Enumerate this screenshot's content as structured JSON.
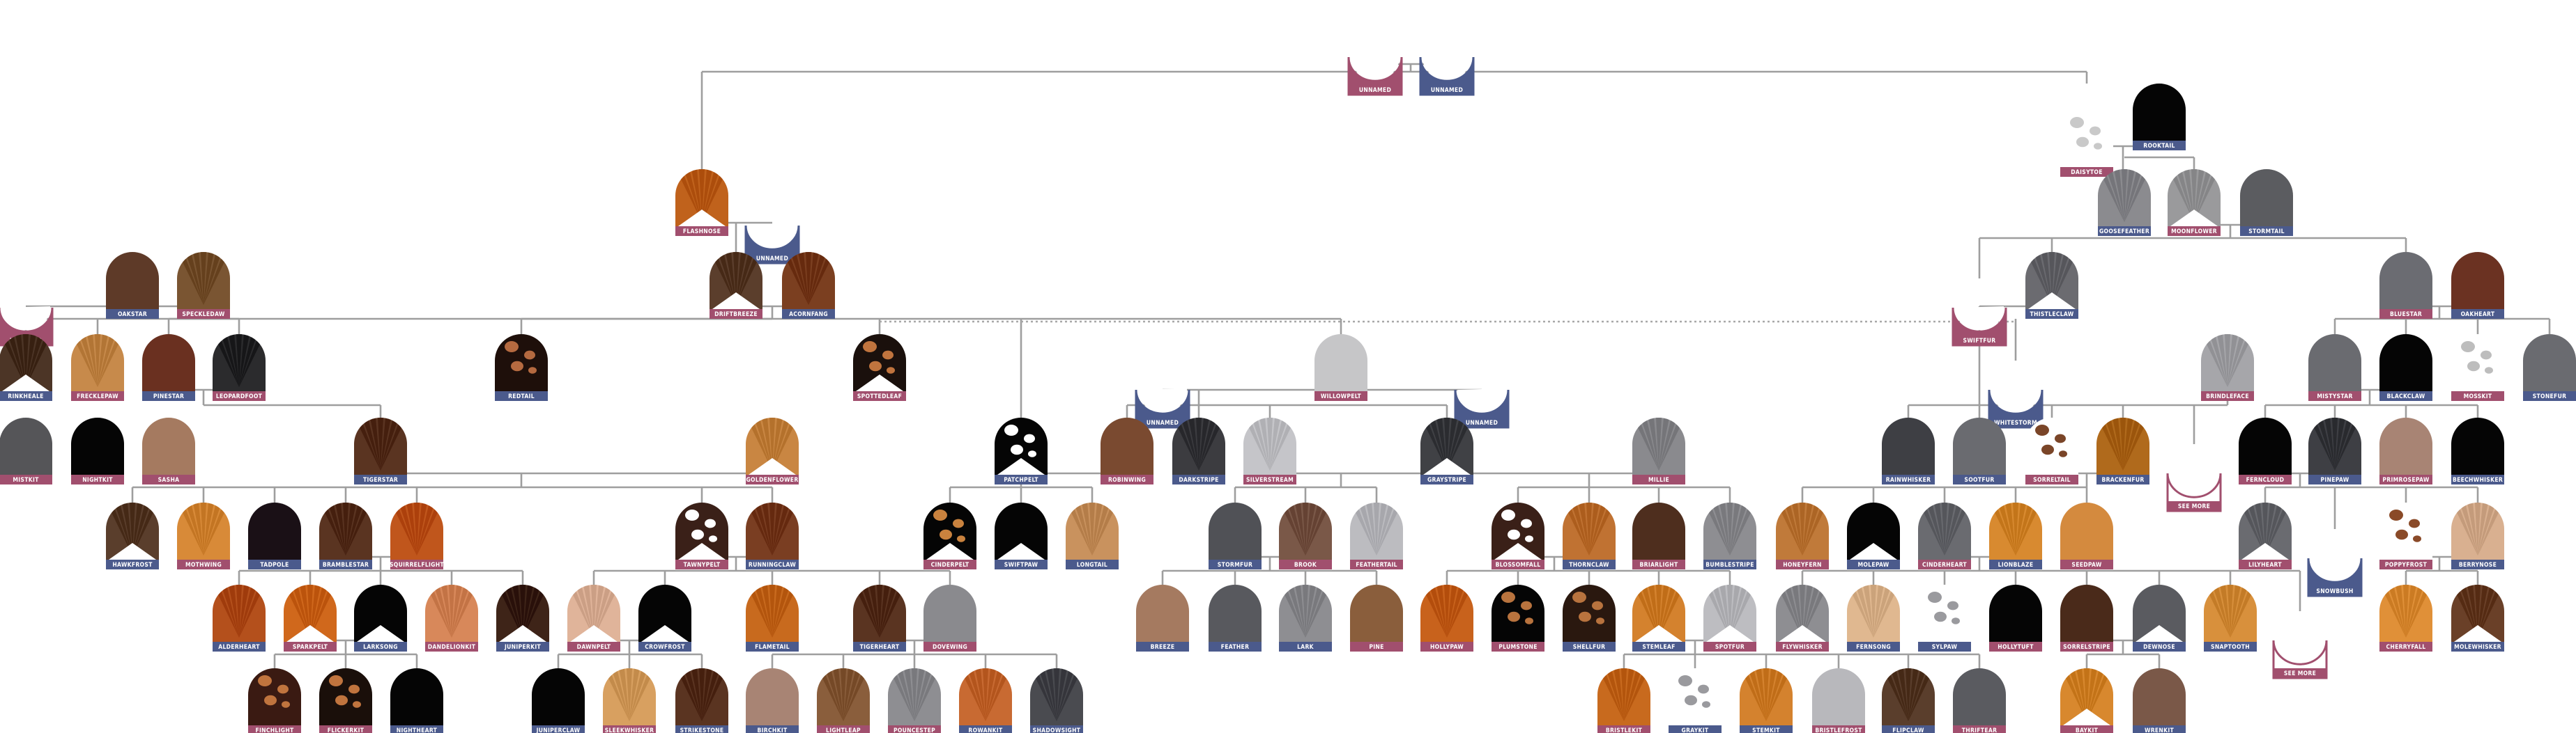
{
  "colors": {
    "female": "#a14f6e",
    "male": "#4b5a8c",
    "edge": "#9e9e9e"
  },
  "cats": [
    {
      "id": "u1",
      "name": "UNNAMED",
      "sex": "f",
      "fur": "none",
      "hl": false
    },
    {
      "id": "u2",
      "name": "UNNAMED",
      "sex": "m",
      "fur": "none",
      "hl": false
    },
    {
      "id": "flashnose",
      "name": "FLASHNOSE",
      "sex": "f",
      "fur": "#c0621c",
      "pat": "tabby",
      "hl": true
    },
    {
      "id": "u3",
      "name": "UNNAMED",
      "sex": "m",
      "fur": "none",
      "hl": false
    },
    {
      "id": "daisytoe",
      "name": "DAISYTOE",
      "sex": "f",
      "fur": "#ffffff",
      "pat": "spots",
      "spot": "#c9c9c9",
      "hl": false
    },
    {
      "id": "rooktail",
      "name": "ROOKTAIL",
      "sex": "m",
      "fur": "#050505",
      "hl": false
    },
    {
      "id": "u4",
      "name": "UNNAMED",
      "sex": "f",
      "fur": "none",
      "hl": false
    },
    {
      "id": "oakstar",
      "name": "OAKSTAR",
      "sex": "m",
      "fur": "#5e3a28",
      "hl": false
    },
    {
      "id": "speckleclaw",
      "name": "SPECKLEDAW",
      "sex": "f",
      "fur": "#7a5532",
      "pat": "tabby",
      "hl": false
    },
    {
      "id": "driftbreeze",
      "name": "DRIFTBREEZE",
      "sex": "f",
      "fur": "#5b3e2c",
      "pat": "tabby",
      "hl": true
    },
    {
      "id": "acornfang",
      "name": "ACORNFANG",
      "sex": "m",
      "fur": "#7b3f20",
      "pat": "tabby",
      "hl": false
    },
    {
      "id": "goosefeather",
      "name": "GOOSEFEATHER",
      "sex": "m",
      "fur": "#8b8b8f",
      "pat": "tabby",
      "hl": false
    },
    {
      "id": "moonflower",
      "name": "MOONFLOWER",
      "sex": "f",
      "fur": "#9a9a9c",
      "pat": "tabby",
      "hl": true
    },
    {
      "id": "stormtail",
      "name": "STORMTAIL",
      "sex": "m",
      "fur": "#5b5c60",
      "hl": false
    },
    {
      "id": "swiftfur",
      "name": "SWIFTFUR",
      "sex": "f",
      "fur": "none",
      "hl": false
    },
    {
      "id": "thistleclaw",
      "name": "THISTLECLAW",
      "sex": "m",
      "fur": "#6b6b70",
      "pat": "tabby",
      "hl": true
    },
    {
      "id": "bluestar",
      "name": "BLUESTAR",
      "sex": "f",
      "fur": "#6b6c72",
      "hl": false
    },
    {
      "id": "oakheart",
      "name": "OAKHEART",
      "sex": "m",
      "fur": "#6b3222",
      "hl": false
    },
    {
      "id": "rinkheale",
      "name": "RINKHEALE",
      "sex": "m",
      "fur": "#4c3526",
      "pat": "tabby",
      "hl": true
    },
    {
      "id": "frecklepaw",
      "name": "FRECKLEPAW",
      "sex": "f",
      "fur": "#c78a4b",
      "pat": "tabby",
      "hl": false
    },
    {
      "id": "pinestar",
      "name": "PINESTAR",
      "sex": "m",
      "fur": "#6a3020",
      "hl": false
    },
    {
      "id": "leopardfoot",
      "name": "LEOPARDFOOT",
      "sex": "f",
      "fur": "#2b2b2d",
      "pat": "tabby",
      "hl": false
    },
    {
      "id": "redtail",
      "name": "REDTAIL",
      "sex": "m",
      "fur": "#1e0f0a",
      "pat": "spots",
      "spot": "#b56a40",
      "hl": false
    },
    {
      "id": "spottedleaf",
      "name": "SPOTTEDLEAF",
      "sex": "f",
      "fur": "#1a100c",
      "pat": "spots",
      "spot": "#c0743e",
      "hl": true
    },
    {
      "id": "u5",
      "name": "UNNAMED",
      "sex": "m",
      "fur": "none",
      "hl": false
    },
    {
      "id": "willowpelt",
      "name": "WILLOWPELT",
      "sex": "f",
      "fur": "#c6c6c8",
      "hl": false
    },
    {
      "id": "u6",
      "name": "UNNAMED",
      "sex": "m",
      "fur": "none",
      "hl": false
    },
    {
      "id": "whitestorm",
      "name": "WHITESTORM",
      "sex": "m",
      "fur": "none",
      "hl": false
    },
    {
      "id": "brindleface",
      "name": "BRINDLEFACE",
      "sex": "f",
      "fur": "#a6a6aa",
      "pat": "tabby",
      "hl": false
    },
    {
      "id": "mistystar",
      "name": "MISTYSTAR",
      "sex": "f",
      "fur": "#6a6b70",
      "hl": false
    },
    {
      "id": "blackclaw",
      "name": "BLACKCLAW",
      "sex": "m",
      "fur": "#050505",
      "hl": false
    },
    {
      "id": "mosskit",
      "name": "MOSSKIT",
      "sex": "f",
      "fur": "#ffffff",
      "pat": "spots",
      "spot": "#bdbdbd",
      "hl": false
    },
    {
      "id": "stonefur",
      "name": "STONEFUR",
      "sex": "m",
      "fur": "#6a6b70",
      "hl": false
    },
    {
      "id": "mistkit",
      "name": "MISTKIT",
      "sex": "f",
      "fur": "#555558",
      "hl": false
    },
    {
      "id": "nightkit",
      "name": "NIGHTKIT",
      "sex": "f",
      "fur": "#050505",
      "hl": false
    },
    {
      "id": "sasha",
      "name": "SASHA",
      "sex": "f",
      "fur": "#a57a60",
      "hl": false
    },
    {
      "id": "tigerstar",
      "name": "TIGERSTAR",
      "sex": "m",
      "fur": "#5a3421",
      "pat": "tabby",
      "hl": false
    },
    {
      "id": "goldenflower",
      "name": "GOLDENFLOWER",
      "sex": "f",
      "fur": "#c98642",
      "pat": "tabby",
      "hl": true
    },
    {
      "id": "patchpelt",
      "name": "PATCHPELT",
      "sex": "m",
      "fur": "#050505",
      "pat": "spots",
      "spot": "#ffffff",
      "hl": true
    },
    {
      "id": "robinwing",
      "name": "ROBINWING",
      "sex": "f",
      "fur": "#7a4a30",
      "hl": false
    },
    {
      "id": "darkstripe",
      "name": "DARKSTRIPE",
      "sex": "m",
      "fur": "#3c3c40",
      "pat": "tabby",
      "hl": false
    },
    {
      "id": "silverstream",
      "name": "SILVERSTREAM",
      "sex": "f",
      "fur": "#c5c5c9",
      "pat": "tabby",
      "hl": false
    },
    {
      "id": "graystripe",
      "name": "GRAYSTRIPE",
      "sex": "m",
      "fur": "#404145",
      "pat": "tabby",
      "hl": true
    },
    {
      "id": "millie",
      "name": "MILLIE",
      "sex": "f",
      "fur": "#8a8a8e",
      "pat": "tabby",
      "hl": false
    },
    {
      "id": "rainwhisker",
      "name": "RAINWHISKER",
      "sex": "m",
      "fur": "#3e3f44",
      "hl": false
    },
    {
      "id": "sootfur",
      "name": "SOOTFUR",
      "sex": "m",
      "fur": "#6a6b70",
      "hl": false
    },
    {
      "id": "sorreltail",
      "name": "SORRELTAIL",
      "sex": "f",
      "fur": "#ffffff",
      "pat": "spots",
      "spot": "#7a4528",
      "hl": true
    },
    {
      "id": "brackenfur",
      "name": "BRACKENFUR",
      "sex": "m",
      "fur": "#b06a1c",
      "pat": "tabby",
      "hl": false
    },
    {
      "id": "seemore1",
      "name": "SEE MORE",
      "sex": "f",
      "fur": "none",
      "hl": false
    },
    {
      "id": "ferncloud",
      "name": "FERNCLOUD",
      "sex": "f",
      "fur": "#050505",
      "hl": false
    },
    {
      "id": "pinepaw",
      "name": "PINEPAW",
      "sex": "m",
      "fur": "#3e3f44",
      "pat": "tabby",
      "hl": false
    },
    {
      "id": "primrosepaw",
      "name": "PRIMROSEPAW",
      "sex": "f",
      "fur": "#a88474",
      "hl": false
    },
    {
      "id": "beechwhisker",
      "name": "BEECHWHISKER",
      "sex": "m",
      "fur": "#050505",
      "hl": false
    },
    {
      "id": "hawkfrost",
      "name": "HAWKFROST",
      "sex": "m",
      "fur": "#5a3e2c",
      "pat": "tabby",
      "hl": true
    },
    {
      "id": "mothwing",
      "name": "MOTHWING",
      "sex": "f",
      "fur": "#d88a38",
      "pat": "tabby",
      "hl": false
    },
    {
      "id": "tadpole",
      "name": "TADPOLE",
      "sex": "m",
      "fur": "#1a1016",
      "hl": false
    },
    {
      "id": "bramblestar",
      "name": "BRAMBLESTAR",
      "sex": "m",
      "fur": "#5a3421",
      "pat": "tabby",
      "hl": false
    },
    {
      "id": "squirrelflight",
      "name": "SQUIRRELFLIGHT",
      "sex": "f",
      "fur": "#c0561c",
      "pat": "tabby",
      "hl": false
    },
    {
      "id": "tawnypelt",
      "name": "TAWNYPELT",
      "sex": "f",
      "fur": "#3a2018",
      "pat": "spots",
      "spot": "#ffffff",
      "hl": true
    },
    {
      "id": "runningclaw",
      "name": "RUNNINGCLAW",
      "sex": "m",
      "fur": "#7a3e22",
      "pat": "tabby",
      "hl": false
    },
    {
      "id": "cinderpelt",
      "name": "CINDERPELT",
      "sex": "f",
      "fur": "#050505",
      "pat": "spots",
      "spot": "#c9823e",
      "hl": true
    },
    {
      "id": "swiftpaw",
      "name": "SWIFTPAW",
      "sex": "m",
      "fur": "#050505",
      "hl": true
    },
    {
      "id": "longtail",
      "name": "LONGTAIL",
      "sex": "m",
      "fur": "#c9925e",
      "pat": "tabby",
      "hl": false
    },
    {
      "id": "stormfur",
      "name": "STORMFUR",
      "sex": "m",
      "fur": "#505156",
      "hl": false
    },
    {
      "id": "brook",
      "name": "BROOK",
      "sex": "f",
      "fur": "#7a5848",
      "pat": "tabby",
      "hl": false
    },
    {
      "id": "feathertail",
      "name": "FEATHERTAIL",
      "sex": "f",
      "fur": "#bcbcc0",
      "pat": "tabby",
      "hl": false
    },
    {
      "id": "blossomfall",
      "name": "BLOSSOMFALL",
      "sex": "f",
      "fur": "#3a2018",
      "pat": "spots",
      "spot": "#ffffff",
      "hl": true
    },
    {
      "id": "thornclaw",
      "name": "THORNCLAW",
      "sex": "m",
      "fur": "#c07232",
      "pat": "tabby",
      "hl": false
    },
    {
      "id": "briarlight",
      "name": "BRIARLIGHT",
      "sex": "f",
      "fur": "#4e2e1e",
      "hl": false
    },
    {
      "id": "bumblestripe",
      "name": "BUMBLESTRIPE",
      "sex": "m",
      "fur": "#8e8e92",
      "pat": "tabby",
      "hl": false
    },
    {
      "id": "honeyfern",
      "name": "HONEYFERN",
      "sex": "f",
      "fur": "#c07a3a",
      "pat": "tabby",
      "hl": false
    },
    {
      "id": "molepaw",
      "name": "MOLEPAW",
      "sex": "m",
      "fur": "#050505",
      "hl": true
    },
    {
      "id": "cinderheart",
      "name": "CINDERHEART",
      "sex": "f",
      "fur": "#6a6b70",
      "pat": "tabby",
      "hl": false
    },
    {
      "id": "lionblaze",
      "name": "LIONBLAZE",
      "sex": "m",
      "fur": "#d88a30",
      "pat": "tabby",
      "hl": false
    },
    {
      "id": "seedpaw",
      "name": "SEEDPAW",
      "sex": "f",
      "fur": "#d48a3e",
      "hl": false
    },
    {
      "id": "lilyheart",
      "name": "LILYHEART",
      "sex": "f",
      "fur": "#6a6b70",
      "pat": "tabby",
      "hl": true
    },
    {
      "id": "snowbush",
      "name": "SNOWBUSH",
      "sex": "m",
      "fur": "none",
      "hl": false
    },
    {
      "id": "poppyfrost",
      "name": "POPPYFROST",
      "sex": "f",
      "fur": "#ffffff",
      "pat": "spots",
      "spot": "#8a4a28",
      "hl": false
    },
    {
      "id": "berrynose",
      "name": "BERRYNOSE",
      "sex": "m",
      "fur": "#d9b090",
      "pat": "tabby",
      "hl": false
    },
    {
      "id": "alderheart",
      "name": "ALDERHEART",
      "sex": "m",
      "fur": "#b4501c",
      "pat": "tabby",
      "hl": false
    },
    {
      "id": "sparkpelt",
      "name": "SPARKPELT",
      "sex": "f",
      "fur": "#d0681c",
      "pat": "tabby",
      "hl": true
    },
    {
      "id": "larksong",
      "name": "LARKSONG",
      "sex": "m",
      "fur": "#050505",
      "hl": true
    },
    {
      "id": "dandelionkit",
      "name": "DANDELIONKIT",
      "sex": "f",
      "fur": "#d8885a",
      "pat": "tabby",
      "hl": false
    },
    {
      "id": "juniperkit",
      "name": "JUNIPERKIT",
      "sex": "m",
      "fur": "#3e2418",
      "pat": "tabby",
      "hl": true
    },
    {
      "id": "dawnpelt",
      "name": "DAWNPELT",
      "sex": "f",
      "fur": "#e0b49a",
      "pat": "tabby",
      "hl": true
    },
    {
      "id": "crowfrost",
      "name": "CROWFROST",
      "sex": "m",
      "fur": "#050505",
      "hl": true
    },
    {
      "id": "flametail",
      "name": "FLAMETAIL",
      "sex": "m",
      "fur": "#c86a1e",
      "pat": "tabby",
      "hl": false
    },
    {
      "id": "tigerheart",
      "name": "TIGERHEART",
      "sex": "m",
      "fur": "#5a3421",
      "pat": "tabby",
      "hl": false
    },
    {
      "id": "dovewing",
      "name": "DOVEWING",
      "sex": "f",
      "fur": "#8a8a8e",
      "hl": false
    },
    {
      "id": "breeze",
      "name": "BREEZE",
      "sex": "m",
      "fur": "#a57a60",
      "hl": false
    },
    {
      "id": "feather",
      "name": "FEATHER",
      "sex": "m",
      "fur": "#58595e",
      "hl": false
    },
    {
      "id": "lark",
      "name": "LARK",
      "sex": "m",
      "fur": "#8e8e92",
      "pat": "tabby",
      "hl": false
    },
    {
      "id": "pine",
      "name": "PINE",
      "sex": "f",
      "fur": "#8a5e3c",
      "hl": false
    },
    {
      "id": "hollypaw",
      "name": "HOLLYPAW",
      "sex": "f",
      "fur": "#c8621c",
      "pat": "tabby",
      "hl": false
    },
    {
      "id": "plumstone",
      "name": "PLUMSTONE",
      "sex": "f",
      "fur": "#050505",
      "pat": "spots",
      "spot": "#b8733e",
      "hl": false
    },
    {
      "id": "shellfur",
      "name": "SHELLFUR",
      "sex": "m",
      "fur": "#2a180f",
      "pat": "spots",
      "spot": "#b8733e",
      "hl": false
    },
    {
      "id": "stemleaf",
      "name": "STEMLEAF",
      "sex": "m",
      "fur": "#d4822e",
      "pat": "tabby",
      "hl": true
    },
    {
      "id": "spotfur",
      "name": "SPOTFUR",
      "sex": "f",
      "fur": "#bdbdc1",
      "pat": "tabby",
      "hl": true
    },
    {
      "id": "flywhisker",
      "name": "FLYWHISKER",
      "sex": "f",
      "fur": "#8e8e92",
      "pat": "tabby",
      "hl": true
    },
    {
      "id": "fernsong",
      "name": "FERNSONG",
      "sex": "m",
      "fur": "#e0b890",
      "pat": "tabby",
      "hl": false
    },
    {
      "id": "sylpaw",
      "name": "SYLPAW",
      "sex": "m",
      "fur": "#ffffff",
      "pat": "spots",
      "spot": "#9a9a9e",
      "hl": false
    },
    {
      "id": "hollytuft",
      "name": "HOLLYTUFT",
      "sex": "f",
      "fur": "#050505",
      "hl": false
    },
    {
      "id": "sorrelstripe",
      "name": "SORRELSTRIPE",
      "sex": "f",
      "fur": "#4a2a1a",
      "hl": false
    },
    {
      "id": "dewnose",
      "name": "DEWNOSE",
      "sex": "m",
      "fur": "#5a5b60",
      "hl": true
    },
    {
      "id": "snaptooth",
      "name": "SNAPTOOTH",
      "sex": "m",
      "fur": "#d8903c",
      "pat": "tabby",
      "hl": false
    },
    {
      "id": "seemore2",
      "name": "SEE MORE",
      "sex": "f",
      "fur": "none",
      "hl": false
    },
    {
      "id": "cherryfall",
      "name": "CHERRYFALL",
      "sex": "f",
      "fur": "#e09038",
      "pat": "tabby",
      "hl": false
    },
    {
      "id": "molewhisker",
      "name": "MOLEWHISKER",
      "sex": "m",
      "fur": "#6a4028",
      "pat": "tabby",
      "hl": true
    },
    {
      "id": "finchlight",
      "name": "FINCHLIGHT",
      "sex": "f",
      "fur": "#3a1a12",
      "pat": "spots",
      "spot": "#c0743e",
      "hl": false
    },
    {
      "id": "flickerkit",
      "name": "FLICKERKIT",
      "sex": "f",
      "fur": "#1a0f0a",
      "pat": "spots",
      "spot": "#c0743e",
      "hl": false
    },
    {
      "id": "nightheart",
      "name": "NIGHTHEART",
      "sex": "m",
      "fur": "#050505",
      "hl": false
    },
    {
      "id": "juniperclaw",
      "name": "JUNIPERCLAW",
      "sex": "m",
      "fur": "#050505",
      "hl": false
    },
    {
      "id": "sleekwhisker",
      "name": "SLEEKWHISKER",
      "sex": "f",
      "fur": "#d8a060",
      "pat": "tabby",
      "hl": false
    },
    {
      "id": "strikestone",
      "name": "STRIKESTONE",
      "sex": "m",
      "fur": "#5a3421",
      "pat": "tabby",
      "hl": false
    },
    {
      "id": "birchkit",
      "name": "BIRCHKIT",
      "sex": "m",
      "fur": "#a88474",
      "hl": false
    },
    {
      "id": "lightleap",
      "name": "LIGHTLEAP",
      "sex": "f",
      "fur": "#8a5e3c",
      "pat": "tabby",
      "hl": false
    },
    {
      "id": "pouncestep",
      "name": "POUNCESTEP",
      "sex": "f",
      "fur": "#8e8e92",
      "pat": "tabby",
      "hl": false
    },
    {
      "id": "rowankit",
      "name": "ROWANKIT",
      "sex": "m",
      "fur": "#c86a32",
      "pat": "tabby",
      "hl": false
    },
    {
      "id": "shadowsight",
      "name": "SHADOWSIGHT",
      "sex": "m",
      "fur": "#4a4b50",
      "pat": "tabby",
      "hl": false
    },
    {
      "id": "bristlekit",
      "name": "BRISTLEKIT",
      "sex": "f",
      "fur": "#c86a1e",
      "pat": "tabby",
      "hl": false
    },
    {
      "id": "graykit",
      "name": "GRAYKIT",
      "sex": "m",
      "fur": "#ffffff",
      "pat": "spots",
      "spot": "#9a9a9e",
      "hl": false
    },
    {
      "id": "stemkit",
      "name": "STEMKIT",
      "sex": "m",
      "fur": "#d4822e",
      "pat": "tabby",
      "hl": false
    },
    {
      "id": "bristlefrost",
      "name": "BRISTLEFROST",
      "sex": "f",
      "fur": "#b8b8bc",
      "hl": false
    },
    {
      "id": "flipclaw",
      "name": "FLIPCLAW",
      "sex": "m",
      "fur": "#5a3e2c",
      "pat": "tabby",
      "hl": false
    },
    {
      "id": "thriftear",
      "name": "THRIFTEAR",
      "sex": "f",
      "fur": "#5a5b60",
      "hl": false
    },
    {
      "id": "baykit",
      "name": "BAYKIT",
      "sex": "f",
      "fur": "#d8882e",
      "pat": "tabby",
      "hl": true
    },
    {
      "id": "wrenkit",
      "name": "WRENKIT",
      "sex": "m",
      "fur": "#7a5848",
      "hl": false
    }
  ]
}
